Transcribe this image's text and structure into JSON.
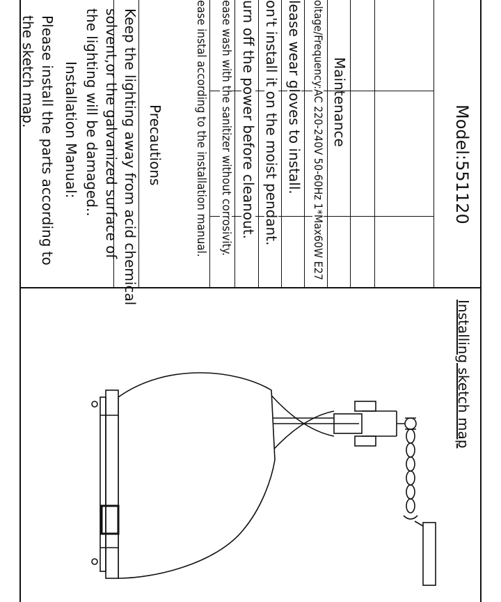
{
  "model": "Model:551120",
  "sketch_title": "Installing sketch map",
  "maintenance_title": "Maintenance",
  "spec_line": "oltage/Frequency:AC 220-240V  50-60Hz  1*Max60W  E27",
  "lines": [
    "lease wear gloves to install.",
    "on't install it on the moist pendant.",
    "urn off the power before cleanout.",
    "ease wash with the sanitizer without corrosivity.",
    "ease instal according to the installation manual."
  ],
  "precautions_title": "Precautions",
  "precaution_text": [
    "Keep the lighting away from acid chemical",
    "solvent,or the galvanized surface of",
    "the lighting will be damaged.."
  ],
  "installation_title": "Installation Manual:",
  "installation_text": [
    "Please install the parts according to",
    "the sketch map."
  ]
}
